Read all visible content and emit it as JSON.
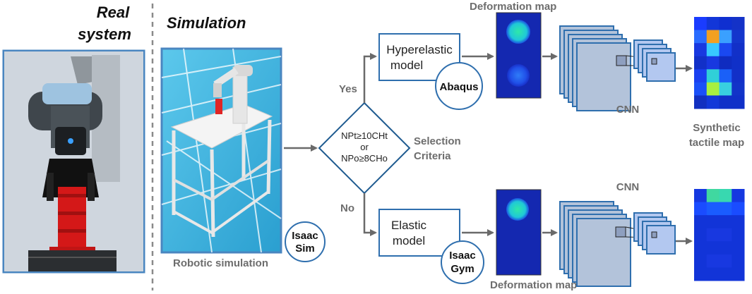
{
  "headers": {
    "real_line1": "Real",
    "real_line2": "system",
    "simulation": "Simulation"
  },
  "labels": {
    "robotic_simulation": "Robotic simulation",
    "isaac_sim_line1": "Isaac",
    "isaac_sim_line2": "Sim",
    "yes": "Yes",
    "no": "No",
    "selection_line1": "Selection",
    "selection_line2": "Criteria",
    "criteria_line1": "NPt≥10CHt",
    "criteria_line2": "or",
    "criteria_line3": "NPo≥8CHo",
    "hyperelastic_line1": "Hyperelastic",
    "hyperelastic_line2": "model",
    "abaqus": "Abaqus",
    "elastic_line1": "Elastic",
    "elastic_line2": "model",
    "isaac_gym_line1": "Isaac",
    "isaac_gym_line2": "Gym",
    "deformation_map_top": "Deformation map",
    "deformation_map_bottom": "Deformation  map",
    "cnn_top": "CNN",
    "cnn_bottom": "CNN",
    "synthetic_line1": "Synthetic",
    "synthetic_line2": "tactile map"
  },
  "colors": {
    "accent_blue": "#2f6fae",
    "arrow_gray": "#6a6a6a",
    "panel_border": "#4a86c0",
    "map_bg": "#1428b0",
    "cnn_fill": "#b3c3da"
  },
  "tactile_top": [
    [
      "#1a3cff",
      "#1236d8",
      "#0f2fd0",
      "#1432c8"
    ],
    [
      "#2a6cff",
      "#f2a020",
      "#3aa0ff",
      "#1436cc"
    ],
    [
      "#1838e0",
      "#38c8ff",
      "#1a48f0",
      "#1230c8"
    ],
    [
      "#1230c8",
      "#1838e0",
      "#0f2cc0",
      "#1030c8"
    ],
    [
      "#1a40f0",
      "#30d0d8",
      "#1a60f8",
      "#1230c8"
    ],
    [
      "#1a50f8",
      "#a8f040",
      "#38d0e0",
      "#1234c8"
    ],
    [
      "#1230c0",
      "#1238d8",
      "#1030c8",
      "#1030c8"
    ]
  ],
  "tactile_bottom": [
    [
      "#1538e0",
      "#40d8a0",
      "#38d8b0",
      "#1538e0"
    ],
    [
      "#1a4cff",
      "#1a5cff",
      "#1a5cff",
      "#1a4cff"
    ],
    [
      "#1234d8",
      "#1234d8",
      "#1234d8",
      "#1234d8"
    ],
    [
      "#1234d8",
      "#1838e0",
      "#1838e0",
      "#1234d8"
    ],
    [
      "#1234d8",
      "#1234d8",
      "#1234d8",
      "#1234d8"
    ],
    [
      "#1234d8",
      "#1838e0",
      "#1838e0",
      "#1234d8"
    ],
    [
      "#1234d8",
      "#1234d8",
      "#1234d8",
      "#1234d8"
    ]
  ]
}
